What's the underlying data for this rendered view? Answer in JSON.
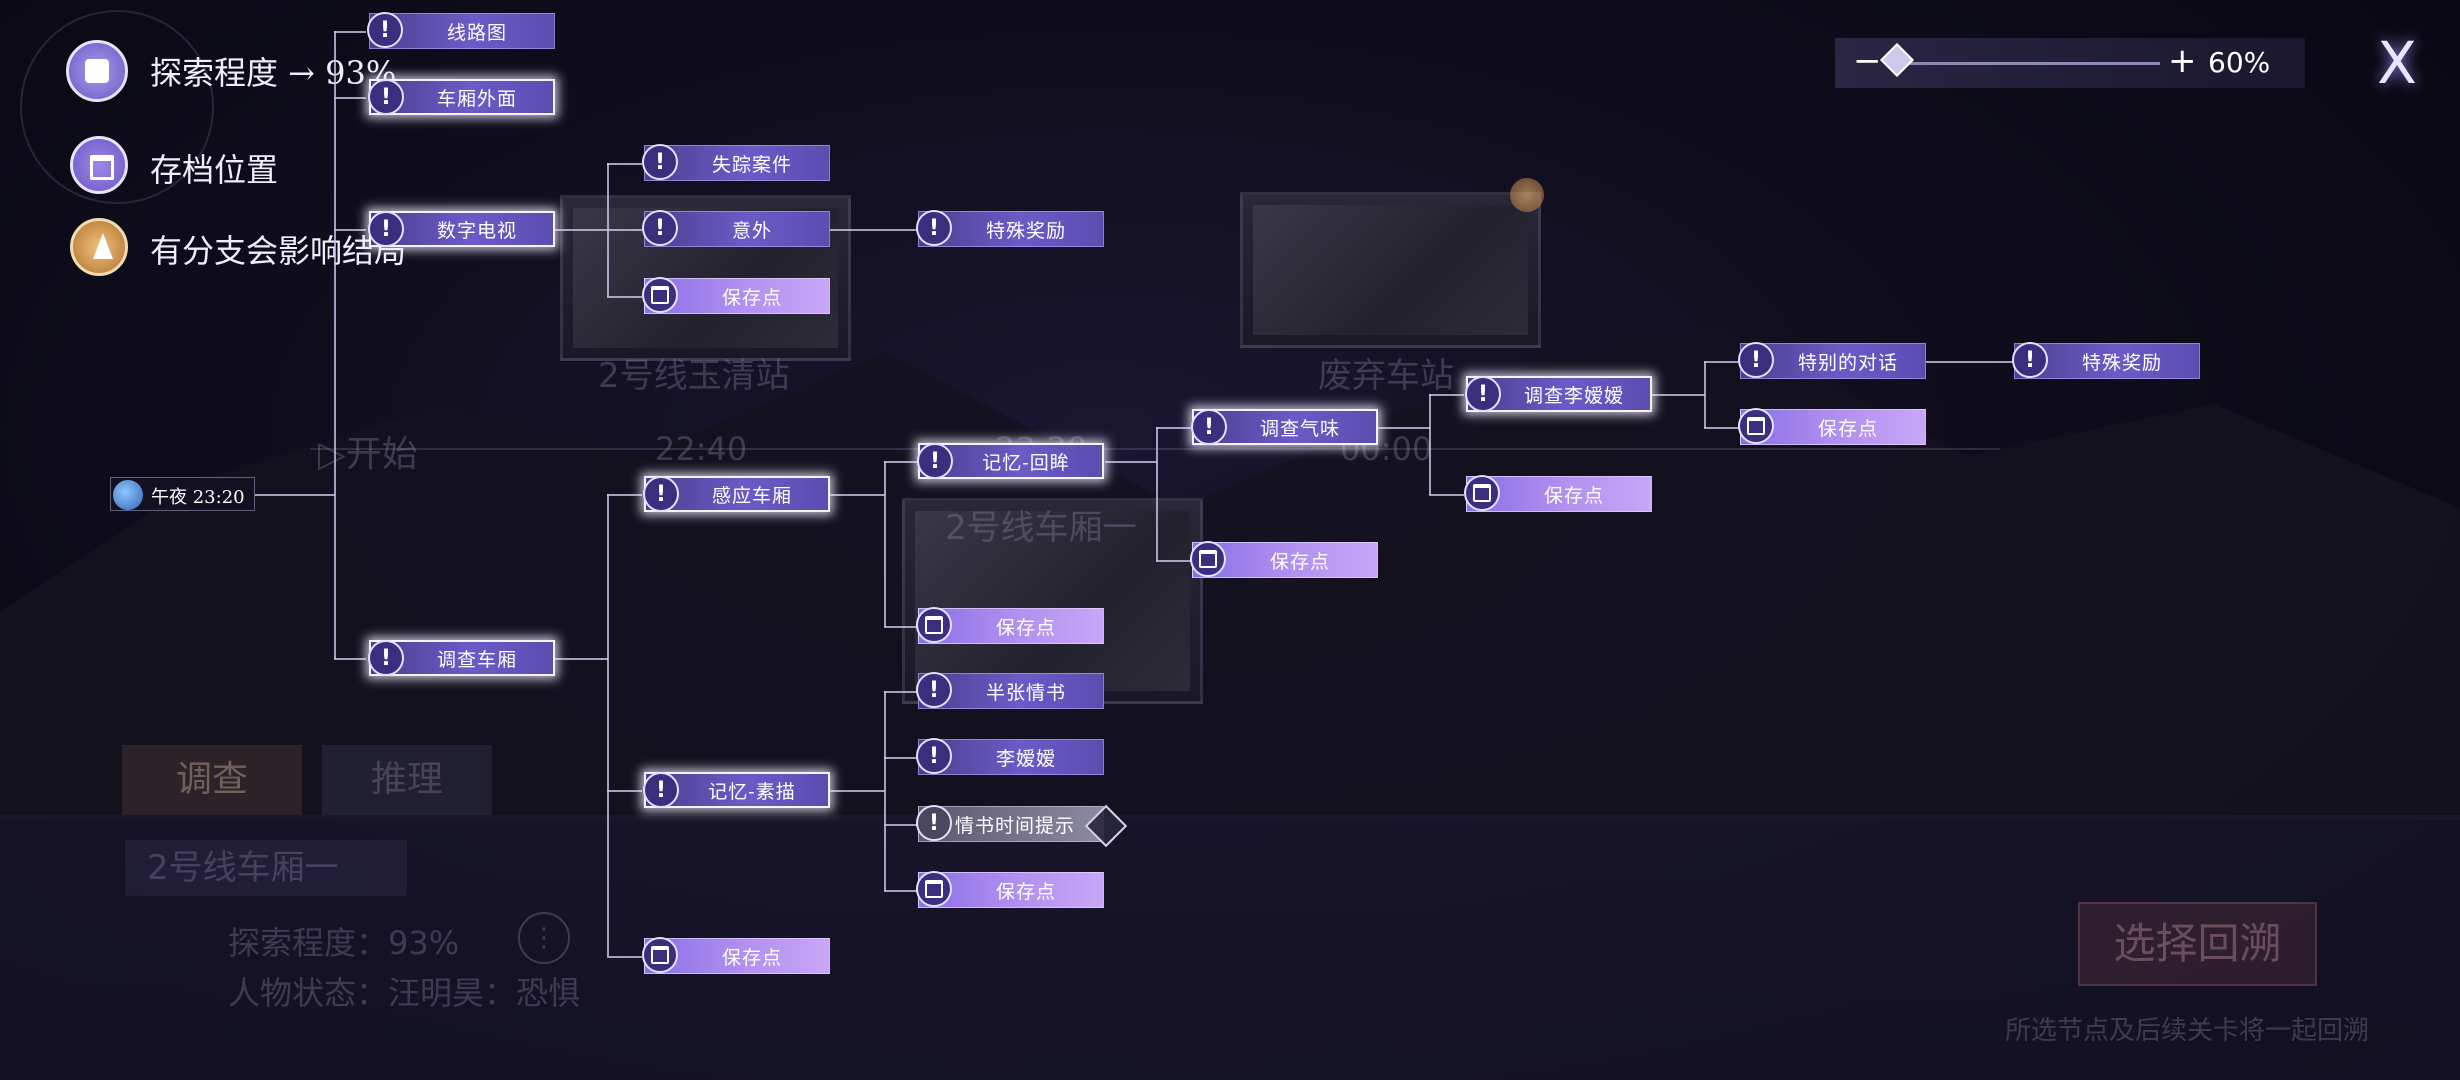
{
  "legend": {
    "progress_label": "探索程度 → 93%",
    "save_label": "存档位置",
    "branch_label": "有分支会影响结局"
  },
  "zoom": {
    "minus": "−",
    "plus": "+",
    "value": "60%"
  },
  "close": {
    "glyph": "X"
  },
  "timeline": {
    "start": "开始",
    "time1": "22:40",
    "time2": "23:20",
    "time3": "00:00",
    "station1": "2号线玉清站",
    "station2": "废弃车站",
    "station3": "2号线车厢一"
  },
  "root": {
    "label": "午夜  23:20"
  },
  "nodes": {
    "n_map": "线路图",
    "n_outside": "车厢外面",
    "n_tv": "数字电视",
    "n_missing": "失踪案件",
    "n_accident": "意外",
    "n_reward1": "特殊奖励",
    "n_save_a": "保存点",
    "n_sense": "感应车厢",
    "n_recall1": "记忆-回眸",
    "n_smell": "调查气味",
    "n_li_inv": "调查李嫒嫒",
    "n_special_talk": "特别的对话",
    "n_reward2": "特殊奖励",
    "n_save_b": "保存点",
    "n_save_c": "保存点",
    "n_save_d": "保存点",
    "n_save_e": "保存点",
    "n_investigate": "调查车厢",
    "n_sketch": "记忆-素描",
    "n_letter": "半张情书",
    "n_li": "李嫒嫒",
    "n_letter_hint": "情书时间提示",
    "n_save_f": "保存点",
    "n_save_g": "保存点"
  },
  "bottom": {
    "tab_investigate": "调查",
    "tab_reason": "推理",
    "location": "2号线车厢一",
    "progress": "探索程度：93%",
    "status": "人物状态：汪明昊：恐惧",
    "select_button": "选择回溯",
    "hint": "所选节点及后续关卡将一起回溯"
  },
  "colors": {
    "node": "#6a5bc7",
    "save_node": "#b291f0",
    "accent": "#a68cff",
    "background": "#0f0d1c"
  }
}
